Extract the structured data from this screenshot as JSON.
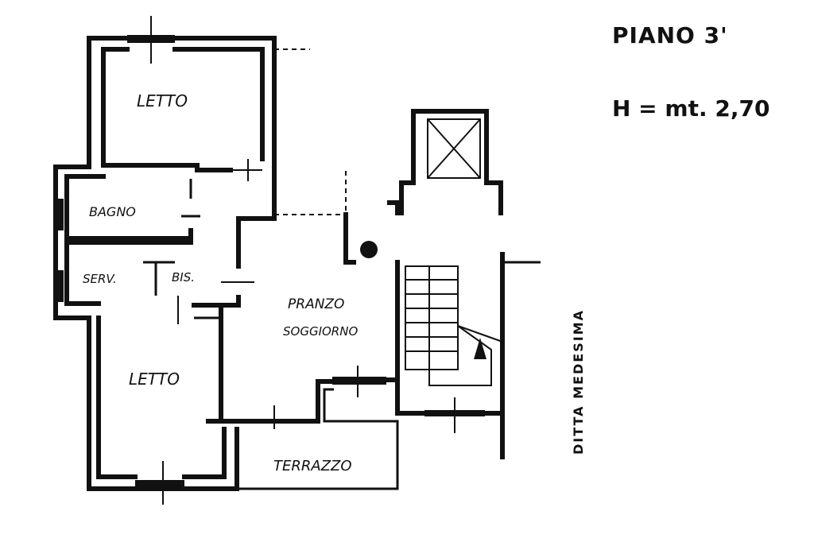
{
  "header": {
    "floor": "PIANO 3'",
    "height": "H = mt. 2,70"
  },
  "side_note": "DITTA MEDESIMA",
  "rooms": {
    "bedroom_top": "LETTO",
    "bathroom": "BAGNO",
    "service": "SERV.",
    "bis": "BIS.",
    "dining": "PRANZO",
    "living": "SOGGIORNO",
    "bedroom_bottom": "LETTO",
    "terrace": "TERRAZZO"
  },
  "colors": {
    "ink": "#111111",
    "paper": "#ffffff"
  }
}
